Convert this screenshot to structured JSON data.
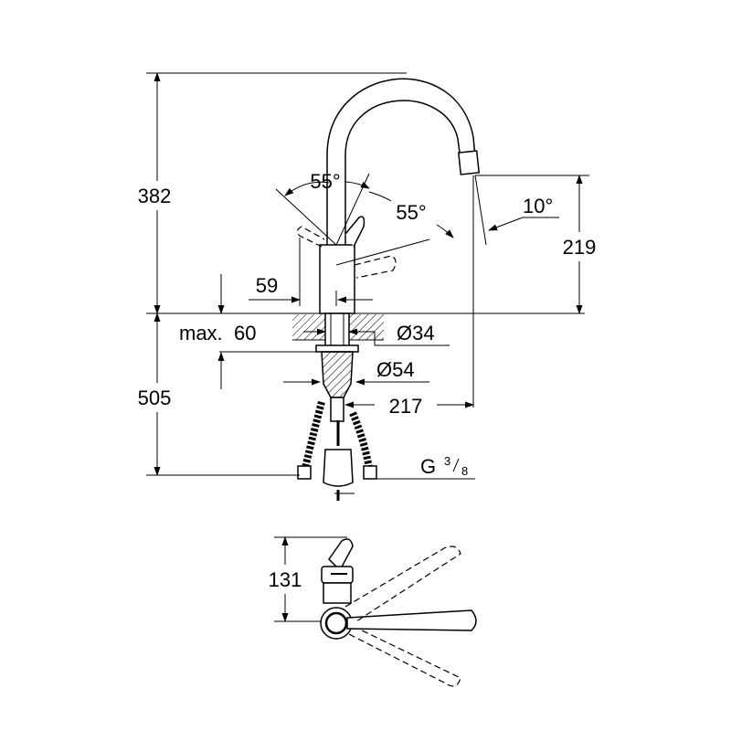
{
  "drawing": {
    "dimensions": {
      "total_height": "382",
      "spout_height": "219",
      "angle_top": "55°",
      "angle_side": "55°",
      "angle_spout": "10°",
      "lever_offset": "59",
      "max_thickness_prefix": "max.",
      "max_thickness_value": "60",
      "hole_diameter": "Ø34",
      "flange_diameter": "Ø54",
      "projection": "217",
      "below_height": "505",
      "thread_g": "G",
      "thread_num": "3",
      "thread_den": "8",
      "plan_depth": "131"
    }
  }
}
